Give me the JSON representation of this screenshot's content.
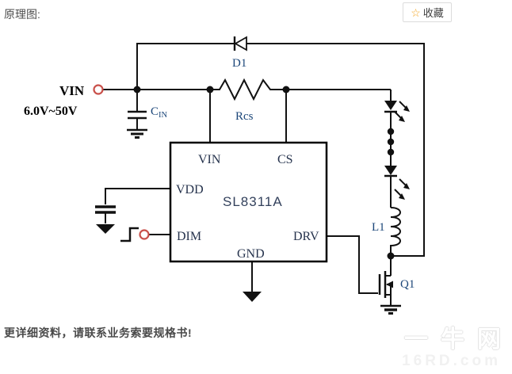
{
  "page": {
    "section_label": "原理图:",
    "favorite_button": {
      "label": "收藏",
      "star_icon": "☆"
    },
    "footer_note": "更详细资料，请联系业务索要规格书!",
    "watermark": {
      "site_name": "一牛网",
      "site_url": "16RD.com"
    }
  },
  "schematic": {
    "input": {
      "label": "VIN",
      "voltage_range": "6.0V~50V"
    },
    "chip": {
      "part_number": "SL8311A",
      "pins": {
        "vin": "VIN",
        "cs": "CS",
        "vdd": "VDD",
        "dim": "DIM",
        "drv": "DRV",
        "gnd": "GND"
      }
    },
    "components": {
      "diode": "D1",
      "input_cap": "C",
      "input_cap_sub": "IN",
      "sense_resistor": "Rcs",
      "inductor": "L1",
      "mosfet": "Q1"
    },
    "colors": {
      "wire": "#111111",
      "label_blue": "#1b4679",
      "terminal_red": "#c9504a"
    }
  }
}
